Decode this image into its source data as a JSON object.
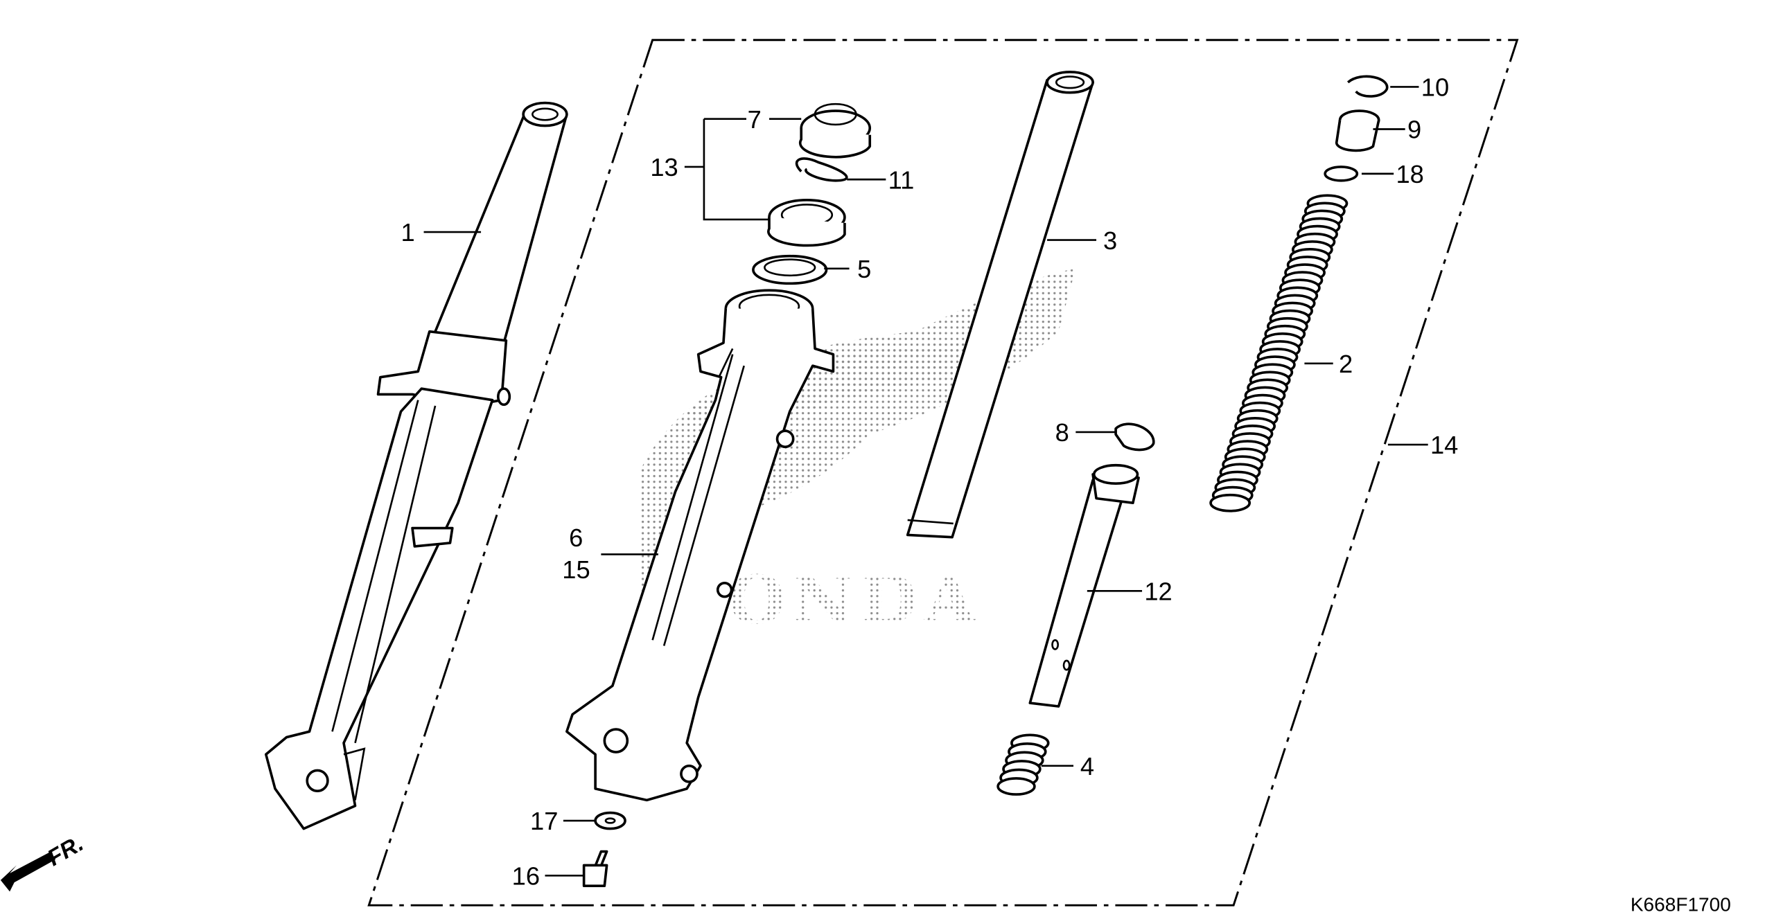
{
  "diagram": {
    "title_code": "K668F1700",
    "direction_marker": "FR.",
    "watermark": "HONDA",
    "callouts": [
      "1",
      "2",
      "3",
      "4",
      "5",
      "6",
      "7",
      "8",
      "9",
      "10",
      "11",
      "12",
      "13",
      "14",
      "15",
      "16",
      "17",
      "18"
    ]
  }
}
